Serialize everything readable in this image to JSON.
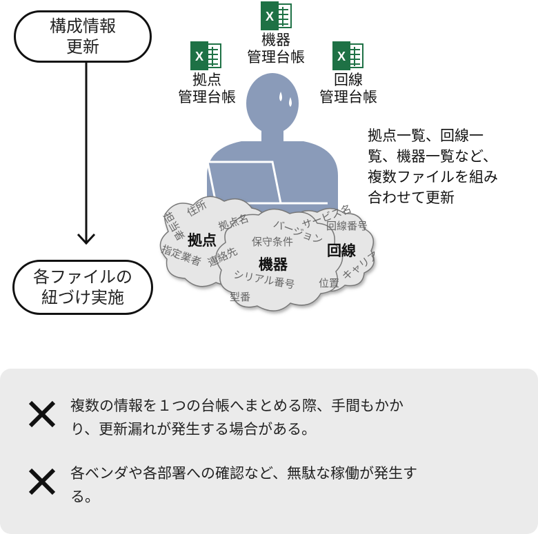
{
  "flow": {
    "top_box": "構成情報\n更新",
    "bottom_box": "各ファイルの\n紐づけ実施"
  },
  "ledgers": {
    "device": "機器\n管理台帳",
    "site": "拠点\n管理台帳",
    "line": "回線\n管理台帳"
  },
  "description": "拠点一覧、回線一\n覧、機器一覧など、\n複数ファイルを組み\n合わせて更新",
  "clouds": {
    "site": {
      "title": "拠点",
      "tags": [
        "住所",
        "拠点名",
        "担当者",
        "指定業者",
        "連絡先"
      ]
    },
    "device": {
      "title": "機器",
      "tags": [
        "保守条件",
        "バージョン",
        "シリアル番号",
        "型番"
      ]
    },
    "line": {
      "title": "回線",
      "tags": [
        "サービス名",
        "回線番号",
        "位置",
        "キャリア"
      ]
    }
  },
  "issues": [
    {
      "icon": "x-mark",
      "text": "複数の情報を１つの台帳へまとめる際、手間もかか\nり、更新漏れが発生する場合がある。"
    },
    {
      "icon": "x-mark",
      "text": "各ベンダや各部署への確認など、無駄な稼働が発生す\nる。"
    }
  ],
  "colors": {
    "person": "#8a9bb9",
    "excel": "#1e7145",
    "panel": "#ebebeb",
    "cloud": "#e6e6e6"
  }
}
